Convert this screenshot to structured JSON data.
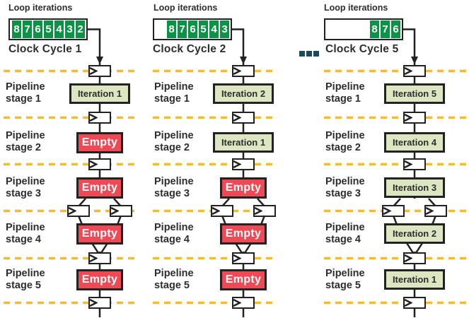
{
  "colors": {
    "green": "#0a9345",
    "lightgreen": "#dce7c2",
    "red": "#ee4a56",
    "amber": "#f3bc2a",
    "teal": "#1b4a5f",
    "ink": "#2d2d2d",
    "line": "#222222"
  },
  "separator": {
    "icon": "ellipsis-dots"
  },
  "columns": [
    {
      "loop_label": "Loop iterations",
      "digits": [
        "8",
        "7",
        "6",
        "5",
        "4",
        "3",
        "2"
      ],
      "clock_label": "Clock Cycle 1",
      "stages": [
        {
          "line1": "Pipeline",
          "line2": "stage 1",
          "content": "Iteration 1",
          "state": "iter"
        },
        {
          "line1": "Pipeline",
          "line2": "stage 2",
          "content": "Empty",
          "state": "empty"
        },
        {
          "line1": "Pipeline",
          "line2": "stage 3",
          "content": "Empty",
          "state": "empty"
        },
        {
          "line1": "Pipeline",
          "line2": "stage 4",
          "content": "Empty",
          "state": "empty"
        },
        {
          "line1": "Pipeline",
          "line2": "stage 5",
          "content": "Empty",
          "state": "empty"
        }
      ]
    },
    {
      "loop_label": "Loop iterations",
      "digits": [
        "8",
        "7",
        "6",
        "5",
        "4",
        "3"
      ],
      "clock_label": "Clock Cycle 2",
      "stages": [
        {
          "line1": "Pipeline",
          "line2": "stage 1",
          "content": "Iteration 2",
          "state": "iter"
        },
        {
          "line1": "Pipeline",
          "line2": "stage 2",
          "content": "Iteration 1",
          "state": "iter"
        },
        {
          "line1": "Pipeline",
          "line2": "stage 3",
          "content": "Empty",
          "state": "empty"
        },
        {
          "line1": "Pipeline",
          "line2": "stage 4",
          "content": "Empty",
          "state": "empty"
        },
        {
          "line1": "Pipeline",
          "line2": "stage 5",
          "content": "Empty",
          "state": "empty"
        }
      ]
    },
    {
      "loop_label": "Loop iterations",
      "digits": [
        "8",
        "7",
        "6"
      ],
      "clock_label": "Clock Cycle 5",
      "stages": [
        {
          "line1": "Pipeline",
          "line2": "stage 1",
          "content": "Iteration 5",
          "state": "iter"
        },
        {
          "line1": "Pipeline",
          "line2": "stage 2",
          "content": "Iteration 4",
          "state": "iter"
        },
        {
          "line1": "Pipeline",
          "line2": "stage 3",
          "content": "Iteration 3",
          "state": "iter"
        },
        {
          "line1": "Pipeline",
          "line2": "stage 4",
          "content": "Iteration 2",
          "state": "iter"
        },
        {
          "line1": "Pipeline",
          "line2": "stage 5",
          "content": "Iteration 1",
          "state": "iter"
        }
      ]
    }
  ]
}
